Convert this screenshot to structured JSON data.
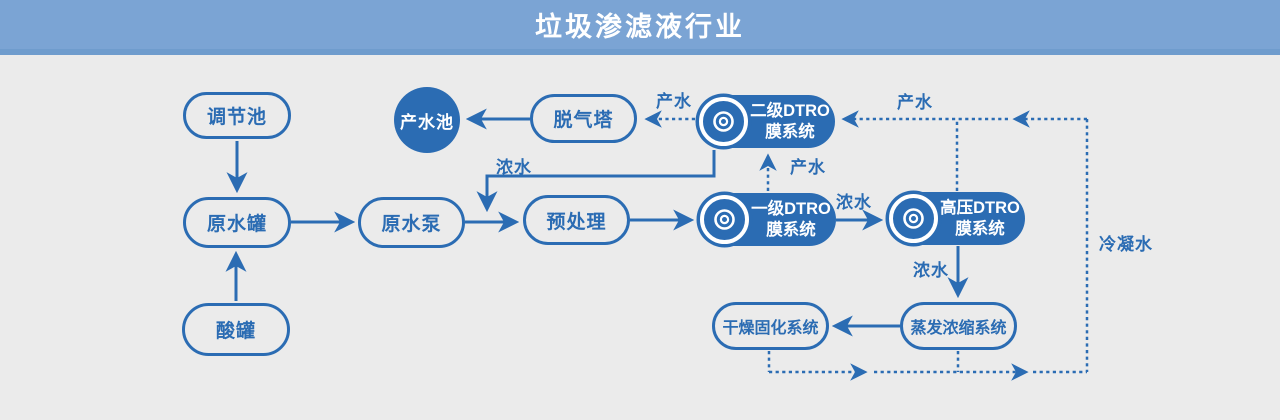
{
  "header": {
    "title": "垃圾渗滤液行业"
  },
  "nodes": {
    "regulation_pool": "调节池",
    "raw_water_tank": "原水罐",
    "acid_tank": "酸罐",
    "raw_water_pump": "原水泵",
    "pretreatment": "预处理",
    "product_water_pool": "产水池",
    "degassing_tower": "脱气塔",
    "secondary_dtro": {
      "line1": "二级DTRO",
      "line2": "膜系统"
    },
    "primary_dtro": {
      "line1": "一级DTRO",
      "line2": "膜系统"
    },
    "high_pressure_dtro": {
      "line1": "高压DTRO",
      "line2": "膜系统"
    },
    "evaporation_system": "蒸发浓缩系统",
    "drying_system": "干燥固化系统"
  },
  "edge_labels": {
    "product_water": "产水",
    "concentrated_water": "浓水",
    "condensate_water": "冷凝水"
  },
  "colors": {
    "primary_blue": "#2b6cb3",
    "header_bg": "#7ba4d4",
    "header_edge": "#6f9ccd",
    "canvas_bg": "#ebebeb",
    "node_text_white": "#ffffff"
  }
}
